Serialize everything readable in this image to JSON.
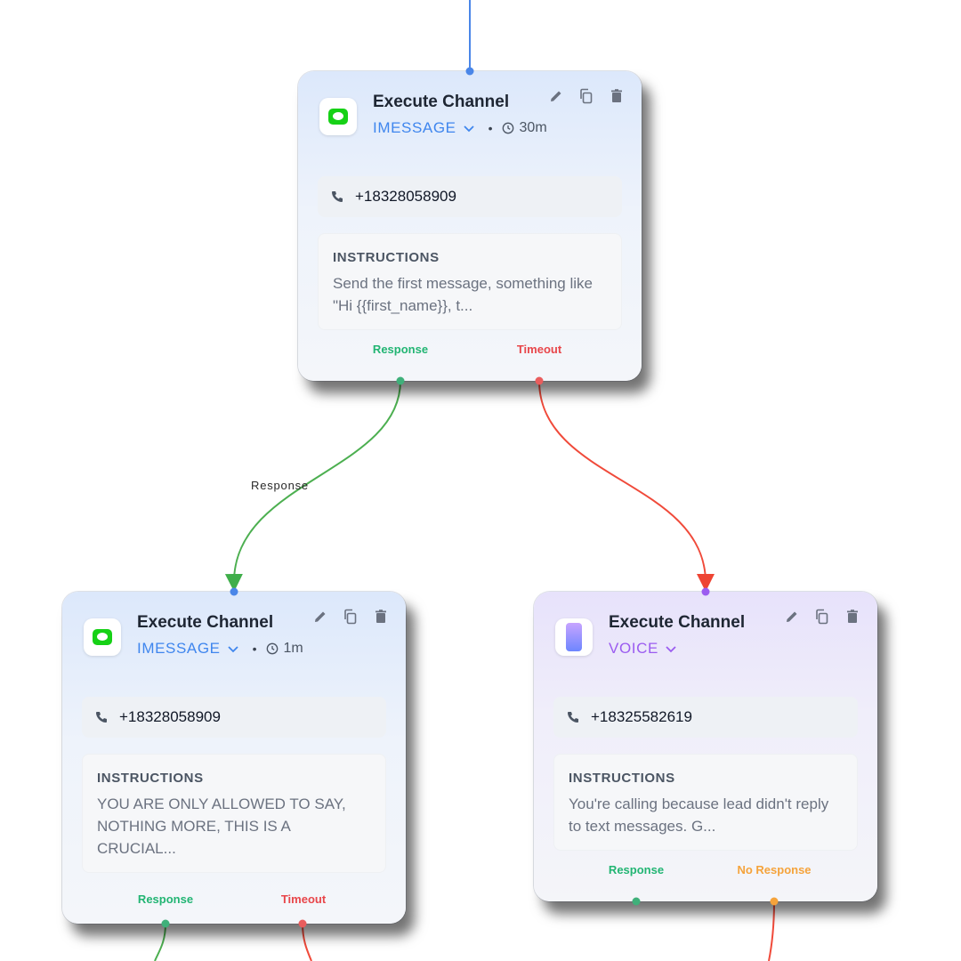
{
  "edge_label": "Response",
  "nodes": [
    {
      "title": "Execute Channel",
      "channel": "IMESSAGE",
      "duration": "30m",
      "phone": "+18328058909",
      "instructions_heading": "INSTRUCTIONS",
      "instructions_text": "Send the first message, something like \"Hi {{first_name}}, t...",
      "outputs": [
        "Response",
        "Timeout"
      ]
    },
    {
      "title": "Execute Channel",
      "channel": "IMESSAGE",
      "duration": "1m",
      "phone": "+18328058909",
      "instructions_heading": "INSTRUCTIONS",
      "instructions_text": "YOU ARE ONLY ALLOWED TO SAY, NOTHING MORE, THIS IS A CRUCIAL...",
      "outputs": [
        "Response",
        "Timeout"
      ]
    },
    {
      "title": "Execute Channel",
      "channel": "VOICE",
      "phone": "+18325582619",
      "instructions_heading": "INSTRUCTIONS",
      "instructions_text": "You're calling because lead didn't reply to text messages. G...",
      "outputs": [
        "Response",
        "No Response"
      ]
    }
  ],
  "icons": {
    "imessage": "imessage-icon",
    "voice": "voice-icon",
    "edit": "pencil-icon",
    "copy": "copy-icon",
    "delete": "trash-icon",
    "phone": "phone-icon",
    "clock": "clock-icon",
    "caret": "chevron-down-icon"
  },
  "colors": {
    "response": "#22b573",
    "timeout": "#e8464a",
    "no_response": "#f5a33b",
    "imessage_channel": "#3f86ee",
    "voice_channel": "#9b5cf0",
    "edge_in": "#4a86e8"
  }
}
